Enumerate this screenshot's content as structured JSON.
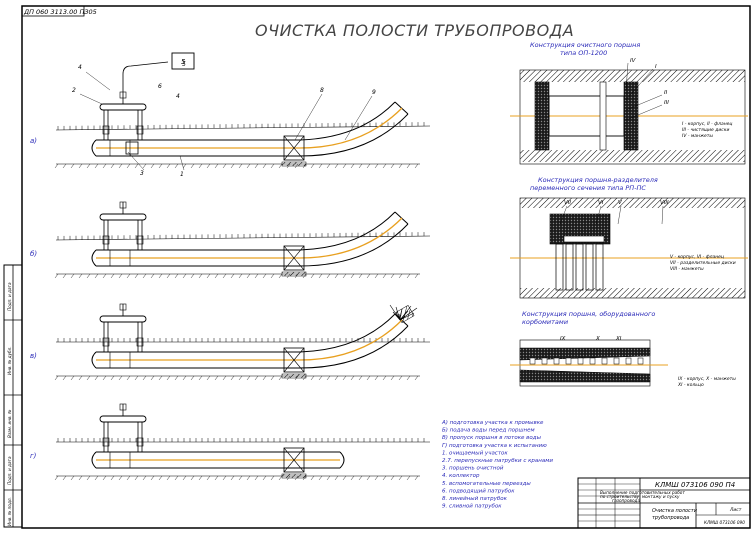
{
  "stamp_top": "ДП 060 3113.00 ПЗ05",
  "title": "ОЧИСТКА ПОЛОСТИ ТРУБОПРОВОДА",
  "scene_labels": [
    "а)",
    "б)",
    "в)",
    "г)"
  ],
  "callouts_a": [
    "4",
    "2",
    "5",
    "4",
    "8",
    "9",
    "3",
    "1"
  ],
  "callout_6": "6",
  "sections": [
    {
      "title": "Конструкция очистного поршня",
      "subtitle": "типа ОП-1200",
      "marks": [
        "IV",
        "I",
        "II",
        "III"
      ],
      "legend": [
        "I - корпус, II - фланец",
        "III - чистящие диски",
        "IV - манжеты"
      ]
    },
    {
      "title": "Конструкция поршня-разделителя",
      "subtitle": "переменного сечения типа РП-ПС",
      "marks": [
        "VII",
        "VI",
        "V",
        "VIII"
      ],
      "legend": [
        "V - корпус, VI - фланец",
        "VII - разделительные диски",
        "VIII - манжеты"
      ]
    },
    {
      "title": "Конструкция поршня, оборудованного",
      "subtitle": "корбомитами",
      "marks": [
        "IX",
        "X",
        "XI"
      ],
      "legend": [
        "IX - корпус, X - манжеты",
        "XI - кольцо"
      ]
    }
  ],
  "legend_main": [
    "А) подготовка участка к промывке",
    "Б) подача воды перед поршнем",
    "В) пропуск поршня в потоке воды",
    "Г) подготовка участка к испытанию",
    "1. очищаемый участок",
    "2.7. перепускные патрубки с кранами",
    "3. поршень очистной",
    "4. коллектор",
    "5. вспомогательные переезды",
    "6. подводящий патрубок",
    "8. линейный патрубок",
    "9. сливной патрубок"
  ],
  "title_block": {
    "code": "КЛМШ 073106 090 П4",
    "lines": [
      "Выполнение подготовительных работ",
      "по строительству, монтажу и пуску",
      "газопровода"
    ],
    "drawing_name": [
      "Очистка полости",
      "трубопровода"
    ],
    "sheet": "Лист",
    "org": "КЛМШ 073106 090"
  },
  "side_labels": [
    "Подп. и дата",
    "Инв. № дубл.",
    "Взам. инв. №",
    "Подп. и дата",
    "Инв. № подл."
  ],
  "colors": {
    "pipe_line": "#e8a020",
    "ink": "#2a2ab8",
    "frame": "#000000"
  }
}
